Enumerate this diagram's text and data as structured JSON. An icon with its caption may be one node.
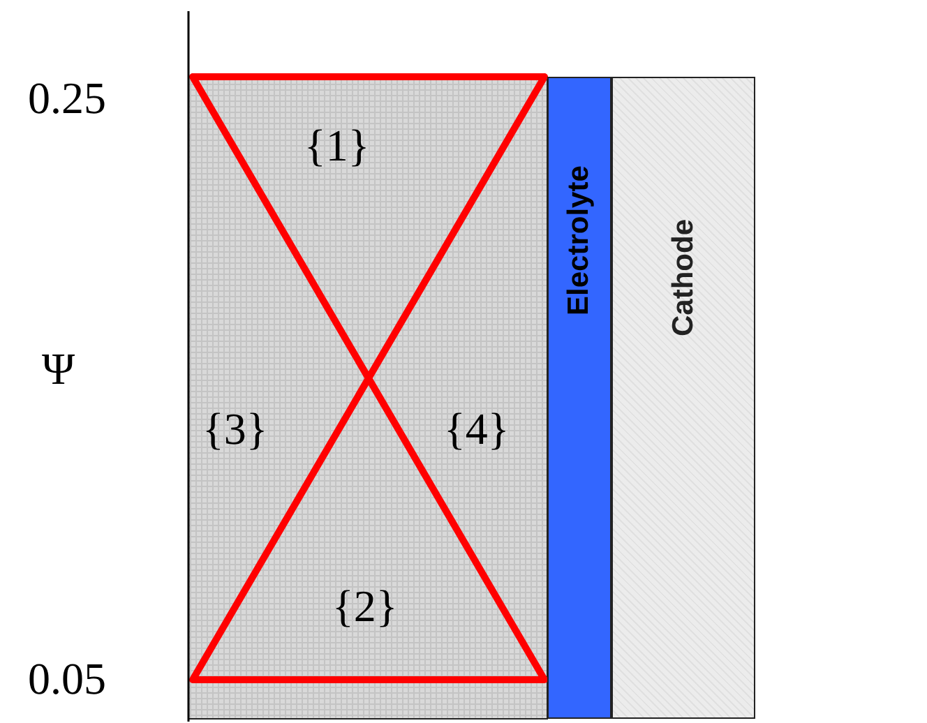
{
  "diagram": {
    "nodes": [
      {
        "text": [
          "Electrolyte"
        ]
      },
      {
        "text": [
          "Cathode"
        ]
      }
    ],
    "labels": [
      "0.25",
      "{1}",
      "Ψ",
      "{3}",
      "{4}",
      "{2}",
      "0.05"
    ]
  }
}
